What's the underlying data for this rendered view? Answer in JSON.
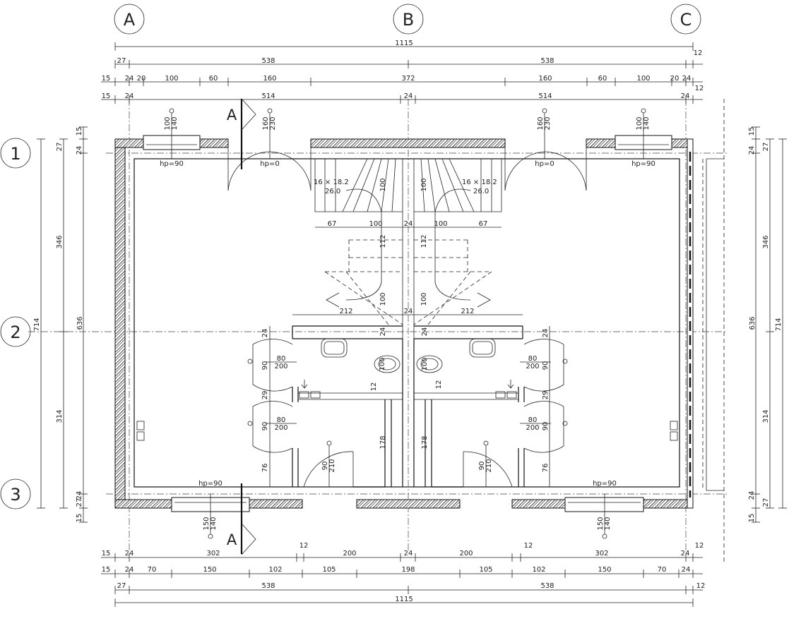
{
  "axes_columns": [
    "A",
    "B",
    "C"
  ],
  "axes_rows": [
    "1",
    "2",
    "3"
  ],
  "section_marker": "A",
  "top_dims": {
    "row0": [
      "1115"
    ],
    "row1": [
      "27",
      "538",
      "538",
      "12"
    ],
    "row2": [
      "15",
      "24",
      "20",
      "100",
      "60",
      "160",
      "372",
      "160",
      "60",
      "100",
      "20",
      "24"
    ],
    "row3": [
      "15",
      "24",
      "514",
      "24",
      "514",
      "24",
      "12"
    ]
  },
  "bottom_dims": {
    "row1": [
      "15",
      "24",
      "302",
      "12",
      "200",
      "24",
      "200",
      "12",
      "302",
      "24",
      "12"
    ],
    "row2": [
      "15",
      "24",
      "70",
      "150",
      "102",
      "105",
      "198",
      "105",
      "102",
      "150",
      "70",
      "24"
    ],
    "row3": [
      "27",
      "538",
      "538",
      "12"
    ],
    "row4": [
      "1115"
    ]
  },
  "left_dims": {
    "outer": [
      "714"
    ],
    "middle": [
      "346",
      "636",
      "314"
    ],
    "inner": [
      "15",
      "27",
      "24",
      "24",
      "27",
      "15"
    ]
  },
  "right_dims": {
    "outer": [
      "714"
    ],
    "middle": [
      "346",
      "636",
      "314"
    ],
    "inner": [
      "15",
      "27",
      "24",
      "24",
      "27",
      "15"
    ]
  },
  "windows": {
    "top_outer": [
      "100",
      "140",
      "hp=90"
    ],
    "top_door": [
      "160",
      "230",
      "hp=0"
    ],
    "bottom": [
      "150",
      "140",
      "hp=90"
    ]
  },
  "stairs": {
    "spec_line1": "16 × 18.2",
    "spec_line2": "26.0",
    "dims": [
      "67",
      "100",
      "24",
      "100",
      "67"
    ],
    "flight": [
      "100",
      "112",
      "100"
    ],
    "landing": "212",
    "center": "24"
  },
  "bathrooms": {
    "door_upper": [
      "80",
      "200"
    ],
    "door_lower": [
      "80",
      "200"
    ],
    "vert": [
      "24",
      "90",
      "29",
      "90",
      "76"
    ],
    "wc": "100",
    "partition": [
      "12",
      "178"
    ],
    "entry_door": [
      "90",
      "210"
    ]
  }
}
